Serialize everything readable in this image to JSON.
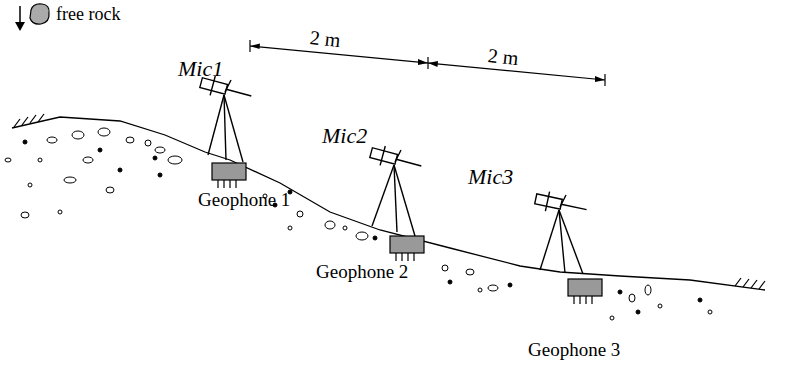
{
  "diagram": {
    "labels": [
      "free rock",
      "Mic1",
      "Mic2",
      "Mic3",
      "2 m",
      "2 m",
      "Geophone 1",
      "Geophone 2",
      "Geophone 3"
    ]
  }
}
